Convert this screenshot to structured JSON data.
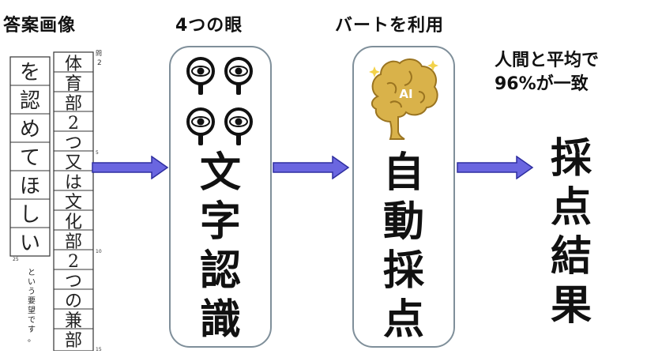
{
  "columns": {
    "answer_sheet": {
      "title": "答案画像"
    },
    "ocr": {
      "title": "4つの眼",
      "label_chars": [
        "文",
        "字",
        "認",
        "識"
      ]
    },
    "auto_grading": {
      "title": "バートを利用",
      "label_chars": [
        "自",
        "動",
        "採",
        "点"
      ]
    },
    "result": {
      "note_line1": "人間と平均で",
      "note_line2": "96%が一致",
      "label_chars": [
        "採",
        "点",
        "結",
        "果"
      ]
    }
  },
  "answer_sheet": {
    "question_label": "問",
    "question_number": "2",
    "left_column_chars": [
      "を",
      "認",
      "め",
      "て",
      "ほ",
      "し",
      "い"
    ],
    "main_column_chars": [
      "体",
      "育",
      "部",
      "2",
      "つ",
      "又",
      "は",
      "文",
      "化",
      "部",
      "2",
      "つ",
      "の",
      "兼",
      "部"
    ],
    "vertical_note": "という要望です。",
    "line_numbers": [
      "5",
      "10",
      "15",
      "25"
    ]
  },
  "ai_badge": "AI",
  "colors": {
    "arrow_fill": "#6a66e0",
    "arrow_stroke": "#2e2ea0",
    "box_border": "#7f8f9a",
    "brain": "#d9b24a"
  },
  "icons": [
    "eye-magnifier-icon",
    "brain-icon",
    "arrow-icon"
  ]
}
